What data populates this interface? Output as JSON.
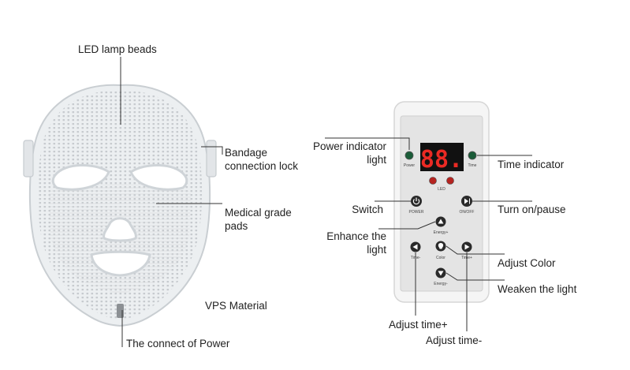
{
  "labels": {
    "led_lamp_beads": "LED lamp beads",
    "bandage_lock_1": "Bandage",
    "bandage_lock_2": "connection lock",
    "medical_pads_1": "Medical grade",
    "medical_pads_2": "pads",
    "vps_material": "VPS Material",
    "power_connect": "The connect of Power",
    "power_indicator_1": "Power indicator",
    "power_indicator_2": "light",
    "time_indicator": "Time indicator",
    "switch": "Switch",
    "turn_on_pause": "Turn on/pause",
    "enhance_1": "Enhance the",
    "enhance_2": "light",
    "adjust_color": "Adjust Color",
    "weaken_light": "Weaken the light",
    "adjust_time_plus": "Adjust time+",
    "adjust_time_minus": "Adjust time-"
  },
  "remote": {
    "display": "88.",
    "power_led": "Power",
    "time_led": "Time",
    "led_text": "LED",
    "power_btn": "POWER",
    "onoff_btn": "ON/OFF",
    "energy_plus": "Energy+",
    "energy_minus": "Energy-",
    "color_btn": "Color",
    "time_minus": "Time-",
    "time_plus": "Time+"
  }
}
